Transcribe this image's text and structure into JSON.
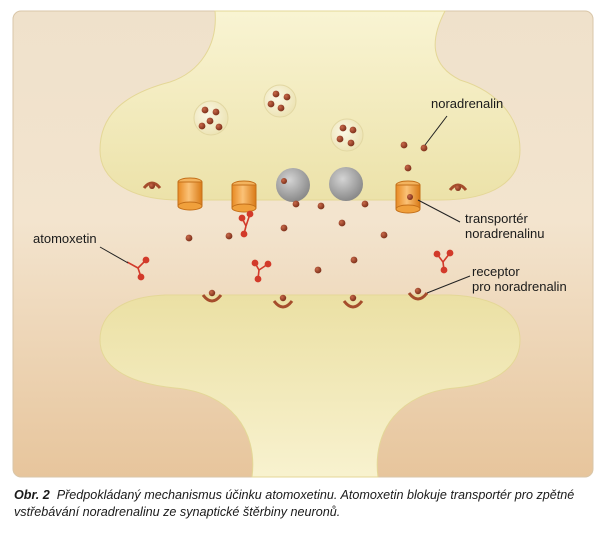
{
  "labels": {
    "noradrenalin": "noradrenalin",
    "atomoxetin": "atomoxetin",
    "transporter_line1": "transportér",
    "transporter_line2": "noradrenalinu",
    "receptor_line1": "receptor",
    "receptor_line2": "pro noradrenalin"
  },
  "caption": {
    "figure_number": "Obr. 2",
    "text": "Předpokládaný mechanismus účinku atomoxetinu. Atomoxetin blokuje transportér pro zpětné vstřebávání noradrenalinu ze synaptické štěrbiny neuronů."
  },
  "colors": {
    "panel_background": "#f1d9b8",
    "neuron_fill": "#f6efc2",
    "noradrenalin_molecule": "#8e3a22",
    "transporter": "#f0a03c",
    "atomoxetin": "#d23a2a",
    "vesicle_gray": "#9e9e9e"
  }
}
